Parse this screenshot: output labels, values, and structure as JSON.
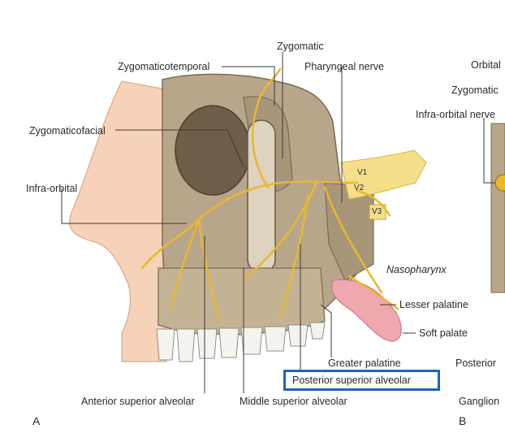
{
  "labels": {
    "zygomatic": "Zygomatic",
    "zygomaticotemporal": "Zygomaticotemporal",
    "pharyngeal_nerve": "Pharyngeal nerve",
    "zygomaticofacial": "Zygomaticofacial",
    "infra_orbital": "Infra-orbital",
    "v1": "V1",
    "v2": "V2",
    "v3": "V3",
    "nasopharynx": "Nasopharynx",
    "lesser_palatine": "Lesser palatine",
    "soft_palate": "Soft palate",
    "greater_palatine": "Greater palatine",
    "posterior_superior_alveolar": "Posterior superior alveolar",
    "anterior_superior_alveolar": "Anterior superior alveolar",
    "middle_superior_alveolar": "Middle superior alveolar"
  },
  "panel_b_labels": {
    "orbital": "Orbital",
    "zygomatic": "Zygomatic",
    "infra_orbital_nerve": "Infra-orbital nerve",
    "posterior": "Posterior",
    "ganglion": "Ganglion"
  },
  "panels": {
    "a": "A",
    "b": "B"
  },
  "colors": {
    "nerve": "#e8b830",
    "bone": "#b8a68a",
    "skin": "#f6d2b8",
    "soft_palate": "#f0a8b0",
    "highlight_box": "#1f66b3"
  }
}
